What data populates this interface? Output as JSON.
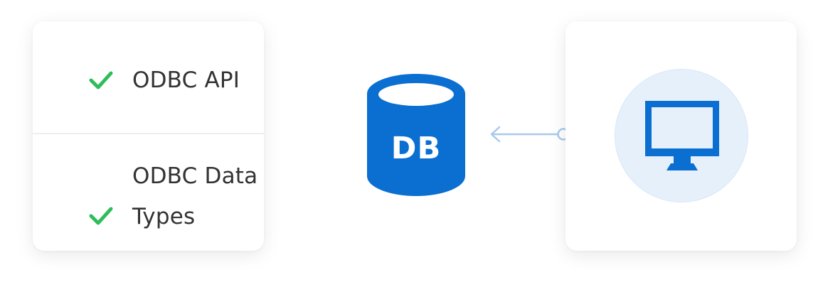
{
  "features": [
    {
      "label": "ODBC API"
    },
    {
      "label": "ODBC Data\nTypes"
    }
  ],
  "database": {
    "label": "DB",
    "icon": "database-icon"
  },
  "client": {
    "icon": "monitor-icon"
  },
  "colors": {
    "check": "#2ebd59",
    "primary_blue": "#0a6fd1",
    "arrow": "#a9c9eb",
    "circle_bg": "#e5f0fb",
    "text": "#333333"
  }
}
